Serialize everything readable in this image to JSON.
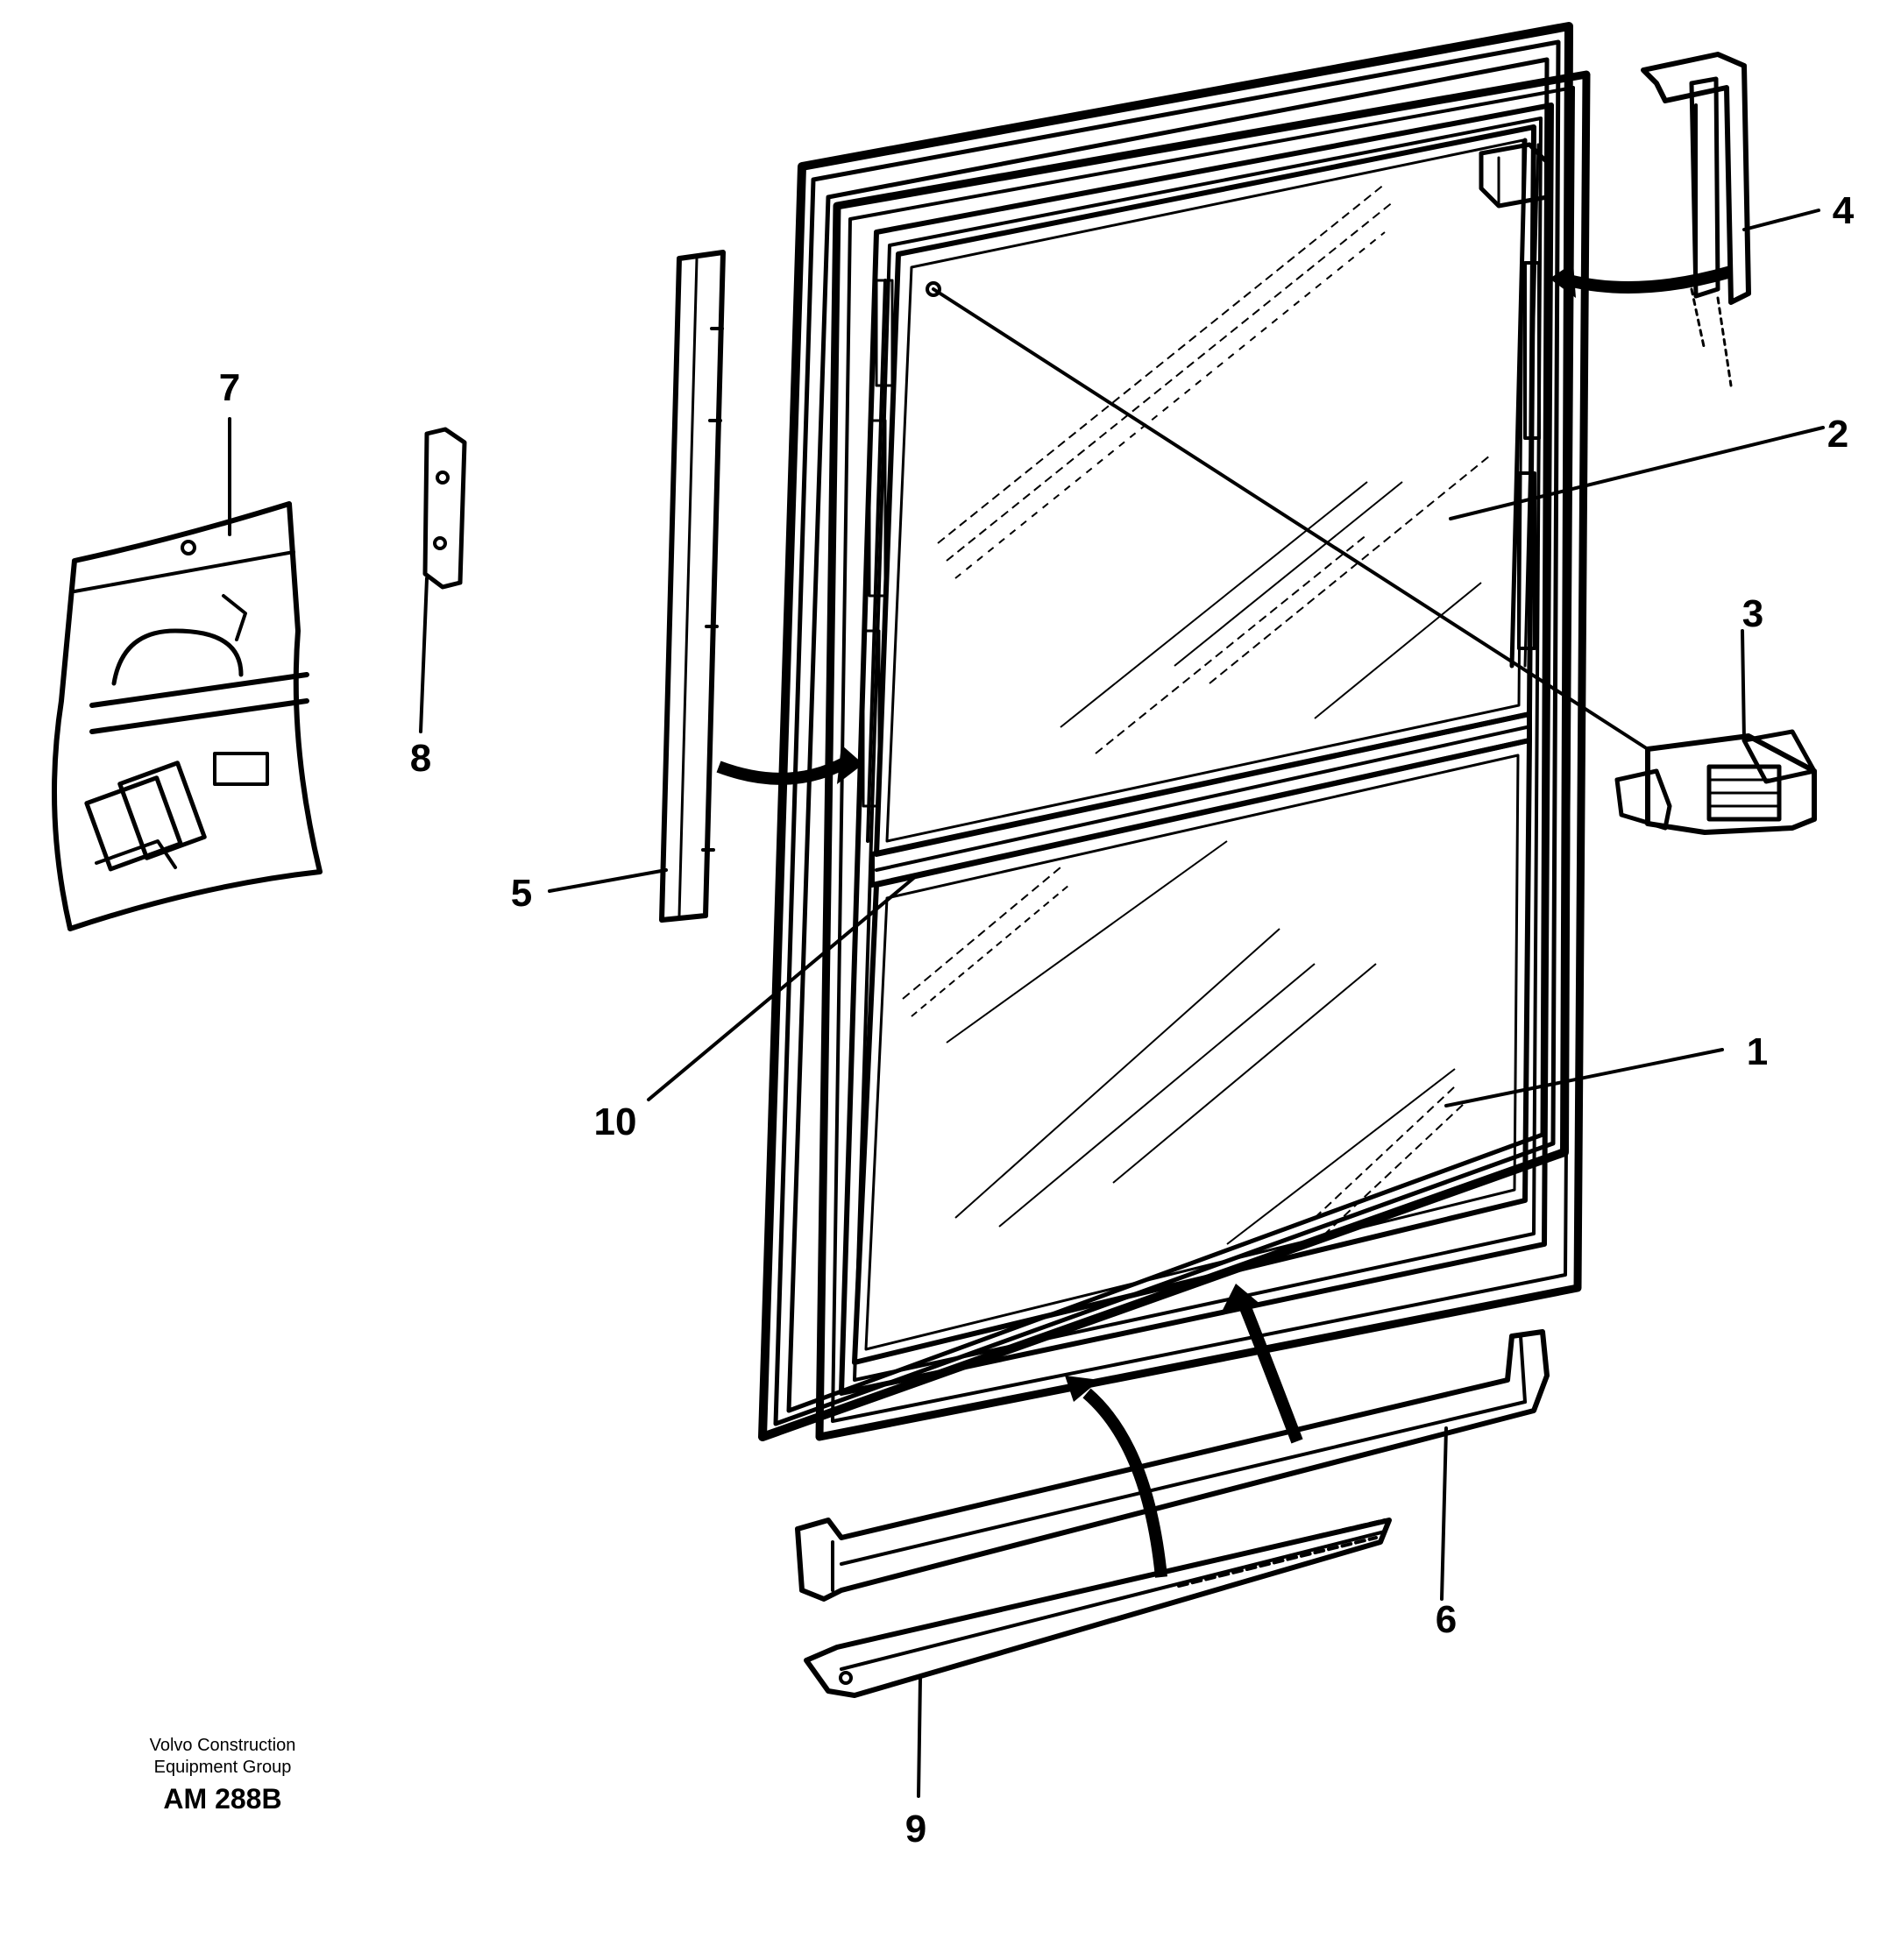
{
  "callouts": {
    "c1": "1",
    "c2": "2",
    "c3": "3",
    "c4": "4",
    "c5": "5",
    "c6": "6",
    "c7": "7",
    "c8": "8",
    "c9": "9",
    "c10": "10"
  },
  "footer": {
    "company_line1": "Volvo Construction",
    "company_line2": "Equipment Group",
    "drawing_code": "AM 288B"
  }
}
